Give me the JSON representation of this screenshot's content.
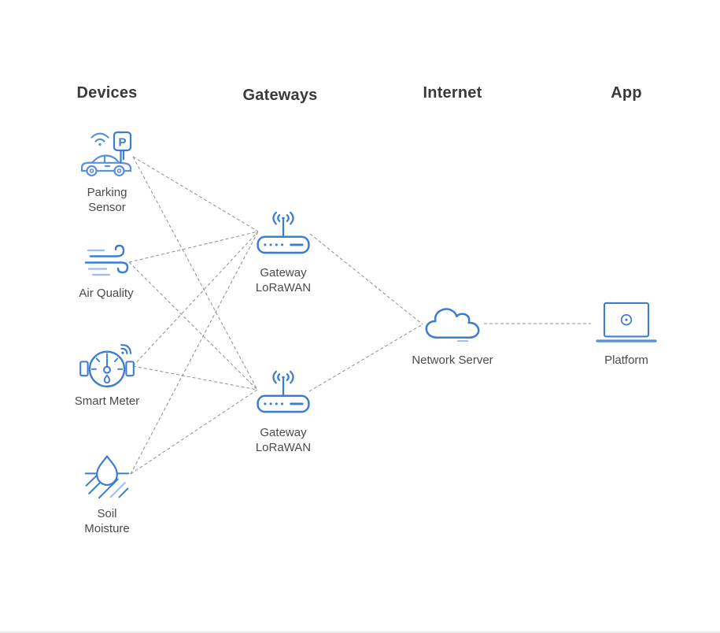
{
  "diagram": {
    "columns": [
      {
        "id": "devices",
        "label": "Devices"
      },
      {
        "id": "gateways",
        "label": "Gateways"
      },
      {
        "id": "internet",
        "label": "Internet"
      },
      {
        "id": "app",
        "label": "App"
      }
    ],
    "nodes": [
      {
        "id": "parking-sensor",
        "label": "Parking\nSensor",
        "icon": "parking-sensor-icon",
        "column": "devices"
      },
      {
        "id": "air-quality",
        "label": "Air Quality",
        "icon": "wind-icon",
        "column": "devices"
      },
      {
        "id": "smart-meter",
        "label": "Smart Meter",
        "icon": "water-meter-icon",
        "column": "devices"
      },
      {
        "id": "soil-moisture",
        "label": "Soil\nMoisture",
        "icon": "water-drop-soil-icon",
        "column": "devices"
      },
      {
        "id": "gateway-1",
        "label": "Gateway\nLoRaWAN",
        "icon": "lorawan-router-icon",
        "column": "gateways"
      },
      {
        "id": "gateway-2",
        "label": "Gateway\nLoRaWAN",
        "icon": "lorawan-router-icon",
        "column": "gateways"
      },
      {
        "id": "network-server",
        "label": "Network Server",
        "icon": "cloud-icon",
        "column": "internet"
      },
      {
        "id": "platform",
        "label": "Platform",
        "icon": "laptop-icon",
        "column": "app"
      }
    ],
    "parking_sign_letter": "P",
    "connections": [
      {
        "from": "parking-sensor",
        "to": "gateway-1"
      },
      {
        "from": "parking-sensor",
        "to": "gateway-2"
      },
      {
        "from": "air-quality",
        "to": "gateway-1"
      },
      {
        "from": "air-quality",
        "to": "gateway-2"
      },
      {
        "from": "smart-meter",
        "to": "gateway-1"
      },
      {
        "from": "smart-meter",
        "to": "gateway-2"
      },
      {
        "from": "soil-moisture",
        "to": "gateway-1"
      },
      {
        "from": "soil-moisture",
        "to": "gateway-2"
      },
      {
        "from": "gateway-1",
        "to": "network-server"
      },
      {
        "from": "gateway-2",
        "to": "network-server"
      },
      {
        "from": "network-server",
        "to": "platform"
      }
    ],
    "colors": {
      "icon_primary": "#3C7DD1",
      "icon_secondary": "#5B90DB",
      "icon_light": "#9DBCEC",
      "connector": "#8D8D8D",
      "heading_text": "#3A3A3A",
      "label_text": "#4A4A4A",
      "background": "#FFFFFF"
    }
  }
}
